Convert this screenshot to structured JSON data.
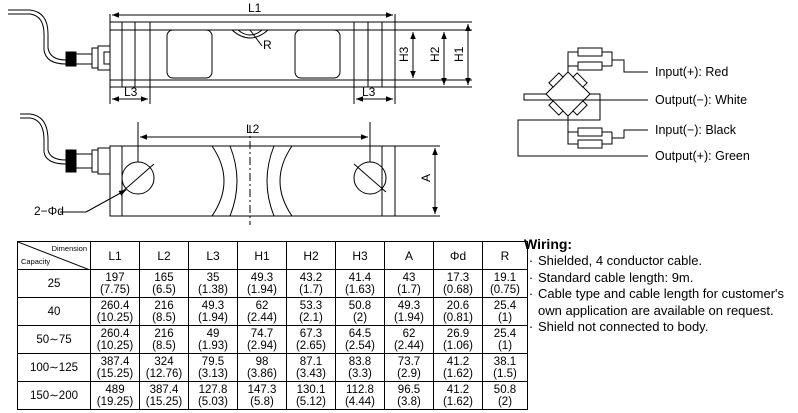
{
  "dimensions": {
    "L1": "L1",
    "L2": "L2",
    "L3": "L3",
    "H1": "H1",
    "H2": "H2",
    "H3": "H3",
    "A": "A",
    "R": "R",
    "hole": "2−Φd"
  },
  "legend": [
    "Input(+): Red",
    "Output(−): White",
    "Input(−): Black",
    "Output(+): Green"
  ],
  "table": {
    "corner_top": "Dimension",
    "corner_bottom": "Capacity",
    "headers": [
      "L1",
      "L2",
      "L3",
      "H1",
      "H2",
      "H3",
      "A",
      "Φd",
      "R"
    ],
    "rows": [
      {
        "capacity": "25",
        "values": [
          [
            "197",
            "(7.75)"
          ],
          [
            "165",
            "(6.5)"
          ],
          [
            "35",
            "(1.38)"
          ],
          [
            "49.3",
            "(1.94)"
          ],
          [
            "43.2",
            "(1.7)"
          ],
          [
            "41.4",
            "(1.63)"
          ],
          [
            "43",
            "(1.7)"
          ],
          [
            "17.3",
            "(0.68)"
          ],
          [
            "19.1",
            "(0.75)"
          ]
        ]
      },
      {
        "capacity": "40",
        "values": [
          [
            "260.4",
            "(10.25)"
          ],
          [
            "216",
            "(8.5)"
          ],
          [
            "49.3",
            "(1.94)"
          ],
          [
            "62",
            "(2.44)"
          ],
          [
            "53.3",
            "(2.1)"
          ],
          [
            "50.8",
            "(2)"
          ],
          [
            "49.3",
            "(1.94)"
          ],
          [
            "20.6",
            "(0.81)"
          ],
          [
            "25.4",
            "(1)"
          ]
        ]
      },
      {
        "capacity": "50∼75",
        "values": [
          [
            "260.4",
            "(10.25)"
          ],
          [
            "216",
            "(8.5)"
          ],
          [
            "49",
            "(1.93)"
          ],
          [
            "74.7",
            "(2.94)"
          ],
          [
            "67.3",
            "(2.65)"
          ],
          [
            "64.5",
            "(2.54)"
          ],
          [
            "62",
            "(2.44)"
          ],
          [
            "26.9",
            "(1.06)"
          ],
          [
            "25.4",
            "(1)"
          ]
        ]
      },
      {
        "capacity": "100∼125",
        "values": [
          [
            "387.4",
            "(15.25)"
          ],
          [
            "324",
            "(12.76)"
          ],
          [
            "79.5",
            "(3.13)"
          ],
          [
            "98",
            "(3.86)"
          ],
          [
            "87.1",
            "(3.43)"
          ],
          [
            "83.8",
            "(3.3)"
          ],
          [
            "73.7",
            "(2.9)"
          ],
          [
            "41.2",
            "(1.62)"
          ],
          [
            "38.1",
            "(1.5)"
          ]
        ]
      },
      {
        "capacity": "150∼200",
        "values": [
          [
            "489",
            "(19.25)"
          ],
          [
            "387.4",
            "(15.25)"
          ],
          [
            "127.8",
            "(5.03)"
          ],
          [
            "147.3",
            "(5.8)"
          ],
          [
            "130.1",
            "(5.12)"
          ],
          [
            "112.8",
            "(4.44)"
          ],
          [
            "96.5",
            "(3.8)"
          ],
          [
            "41.2",
            "(1.62)"
          ],
          [
            "50.8",
            "(2)"
          ]
        ]
      }
    ]
  },
  "wiring": {
    "title": "Wiring:",
    "notes": [
      "Shielded, 4 conductor cable.",
      "Standard cable length: 9m.",
      "Cable type and cable length for customer's own application are available on request.",
      "Shield not connected to body."
    ]
  }
}
